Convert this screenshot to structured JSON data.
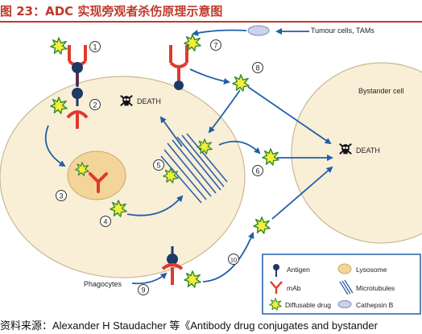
{
  "figure": {
    "title": "图 23：ADC 实现旁观者杀伤原理示意图",
    "source": "资料来源：Alexander H Staudacher 等《Antibody drug conjugates and bystander"
  },
  "diagram": {
    "tumour_cells_label": "Tumour cells, TAMs",
    "bystander_cell_label": "Bystander cell",
    "death_label": "DEATH",
    "phagocytes_label": "Phagocytes",
    "step_numbers": [
      "1",
      "2",
      "3",
      "4",
      "5",
      "6",
      "7",
      "8",
      "9",
      "10"
    ]
  },
  "legend": {
    "antigen": "Antigen",
    "lysosome": "Lysosome",
    "mab": "mAb",
    "microtubules": "Microtubules",
    "diffusable_drug": "Diffusable drug",
    "cathepsin_b": "Cathepsin B"
  },
  "colors": {
    "cell_fill": "#f9efd7",
    "cell_stroke": "#c9b892",
    "lysosome_fill": "#f3d59a",
    "antigen": "#1d3a66",
    "mab": "#e03a2c",
    "drug_fill": "#f2ee3a",
    "drug_stroke": "#3a8c2c",
    "arrow": "#1f5fa8",
    "microtubule": "#2f5fa8",
    "cathepsin": "#c9d3ea",
    "title_red": "#c0392b"
  }
}
